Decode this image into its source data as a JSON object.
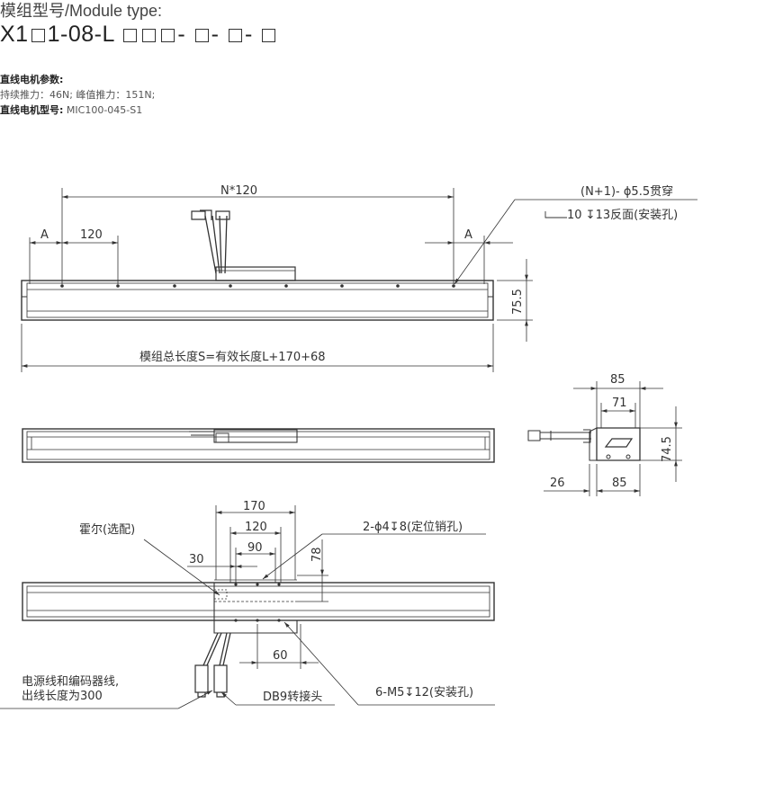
{
  "header": {
    "module_type_label": "模组型号/Module type:",
    "code_prefix": "X1",
    "code_part1": "1-08-L",
    "dash": "-"
  },
  "params": {
    "title": "直线电机参数:",
    "force_text": "持续推力：46N;  峰值推力：151N;",
    "model_label": "直线电机型号:",
    "model_value": "MIC100-045-S1"
  },
  "labels": {
    "n120": "N*120",
    "a_left": "A",
    "a_right": "A",
    "d120": "120",
    "holes": "(N+1)- ϕ5.5贯穿",
    "holes2": "10 ↧13反面(安装孔)",
    "h75_5": "75.5",
    "total_length": "模组总长度S=有效长度L+170+68",
    "d85_top": "85",
    "d71": "71",
    "d74_5": "74.5",
    "d26": "26",
    "d85_bot": "85",
    "d170": "170",
    "d120b": "120",
    "d90": "90",
    "d30": "30",
    "d78": "78",
    "d60": "60",
    "hall": "霍尔(选配)",
    "pin": "2-ϕ4↧8(定位销孔)",
    "cable1": "电源线和编码器线,",
    "cable2": "出线长度为300",
    "db9": "DB9转接头",
    "m5": "6-M5↧12(安装孔)"
  }
}
